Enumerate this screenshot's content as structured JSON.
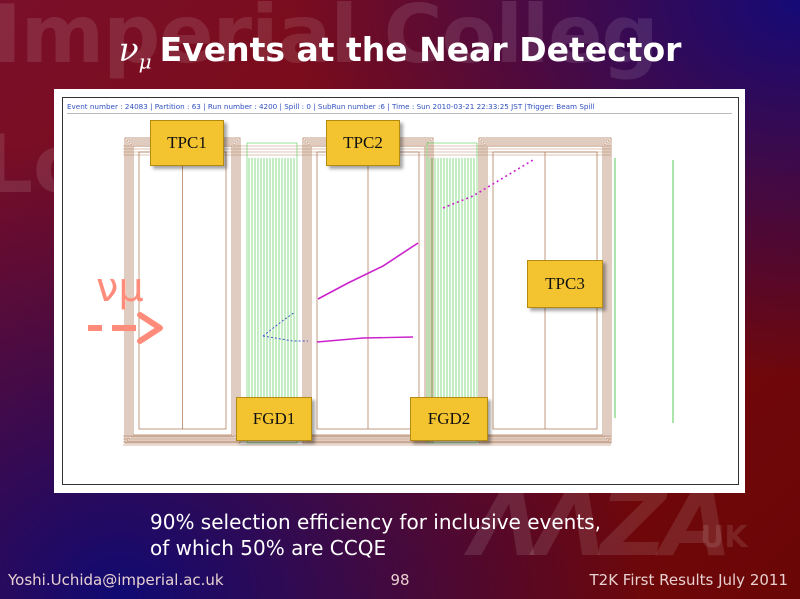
{
  "watermark": {
    "line1": "Imperial Colleg",
    "line2": "Lo",
    "line3": "ΛΛZA",
    "line4": "UK"
  },
  "title": {
    "symbol": "ν",
    "subscript": "μ",
    "text": "Events at the Near Detector"
  },
  "event_display": {
    "info": "Event number : 24083 | Partition : 63 | Run number : 4200 | Spill : 0 | SubRun number :6 | Time : Sun 2010-03-21 22:33:25 JST |Trigger: Beam Spill",
    "labels": {
      "tpc1": "TPC1",
      "tpc2": "TPC2",
      "tpc3": "TPC3",
      "fgd1": "FGD1",
      "fgd2": "FGD2"
    },
    "colors": {
      "frame": "#a8704a",
      "fgd": "#55cc55",
      "track": "#cc22cc",
      "track_short": "#4455cc"
    }
  },
  "beam": {
    "symbol": "νμ"
  },
  "body": {
    "line1": "90% selection efficiency for inclusive events,",
    "line2": "of which 50% are CCQE"
  },
  "footer": {
    "email": "Yoshi.Uchida@imperial.ac.uk",
    "page": "98",
    "right": "T2K First Results July 2011"
  }
}
